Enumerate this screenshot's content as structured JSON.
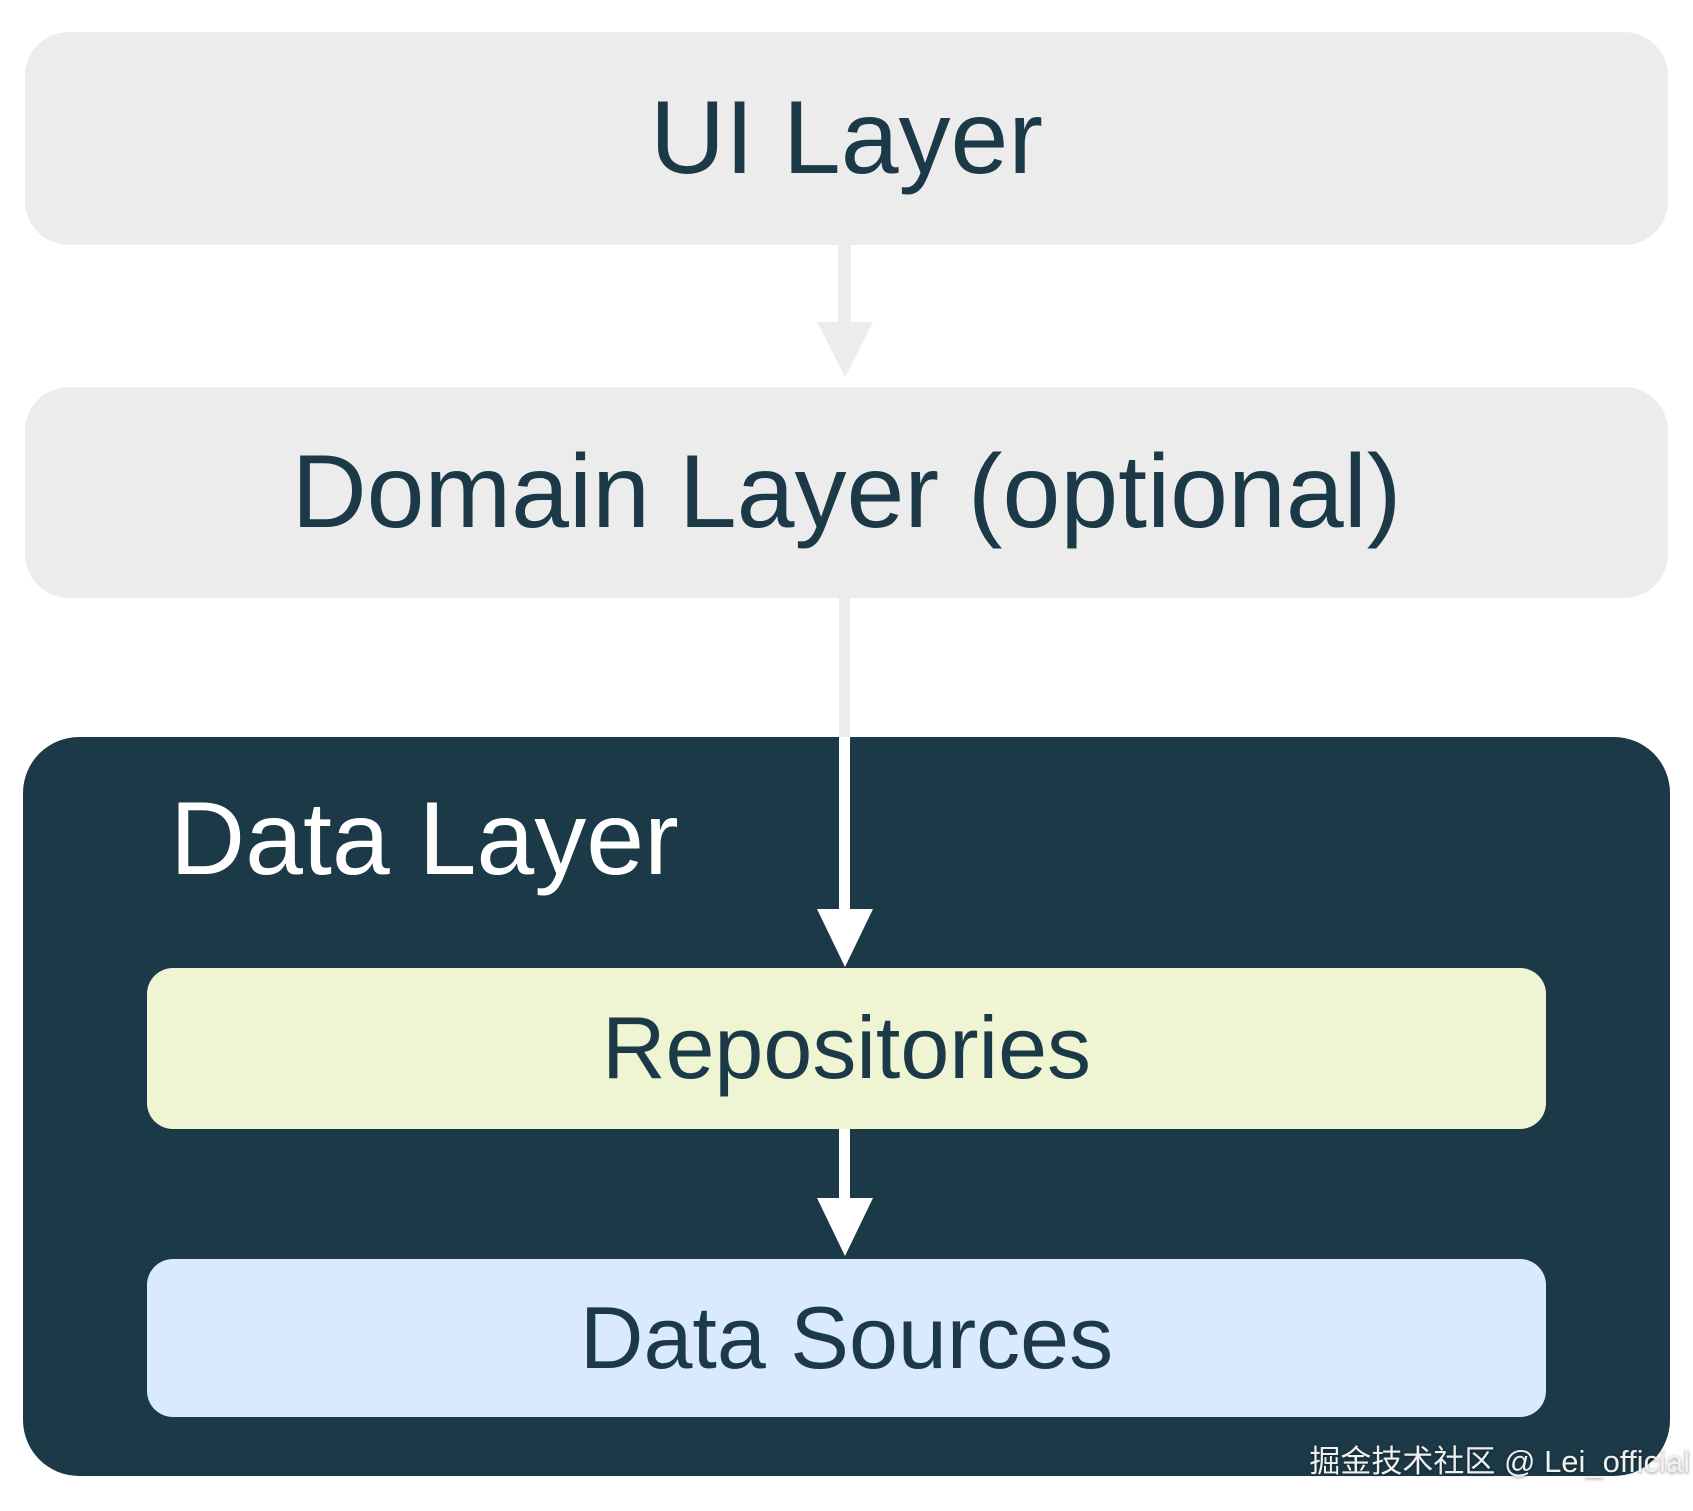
{
  "nodes": {
    "ui": {
      "label": "UI Layer"
    },
    "domain": {
      "label": "Domain Layer (optional)"
    },
    "data": {
      "label": "Data Layer"
    },
    "repositories": {
      "label": "Repositories"
    },
    "data_sources": {
      "label": "Data Sources"
    }
  },
  "edges": [
    {
      "from": "ui",
      "to": "domain"
    },
    {
      "from": "domain",
      "to": "repositories"
    },
    {
      "from": "repositories",
      "to": "data_sources"
    }
  ],
  "watermark": {
    "text": "掘金技术社区 @ Lei_official"
  },
  "colors": {
    "surface-gray": "#ECECEC",
    "navy": "#1C3948",
    "repo-yellow": "#EFF4D3",
    "source-blue": "#D8EAFC",
    "arrow-gray": "#ECECEC",
    "arrow-white": "#FFFFFF",
    "watermark-text": "#F0F0F0"
  }
}
